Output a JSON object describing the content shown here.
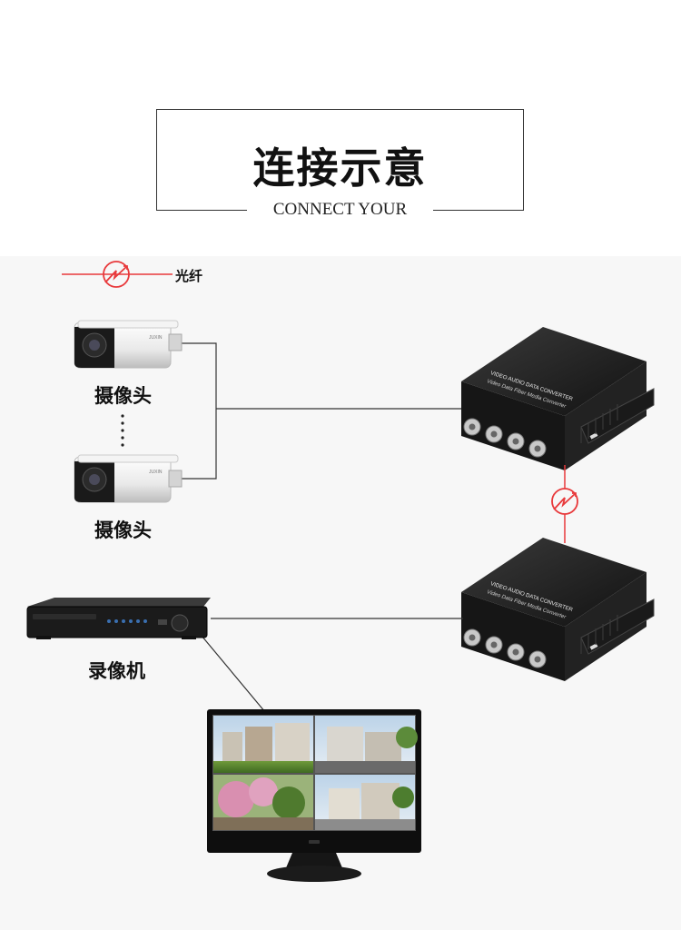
{
  "header": {
    "title": "连接示意",
    "subtitle": "CONNECT YOUR"
  },
  "legend": {
    "label": "光纤",
    "color": "#e8393b"
  },
  "devices": {
    "camera_top_label": "摄像头",
    "camera_bottom_label": "摄像头",
    "dvr_label": "录像机",
    "converter_text_line1": "VIDEO AUDIO DATA CONVERTER",
    "converter_text_line2": "Video Data Fiber Media Converter",
    "camera_brand": "JUXIN"
  },
  "colors": {
    "wire": "#333333",
    "fiber": "#e8393b",
    "device_body": "#1d1d1d",
    "bnc_metal": "#c9c9c9"
  }
}
